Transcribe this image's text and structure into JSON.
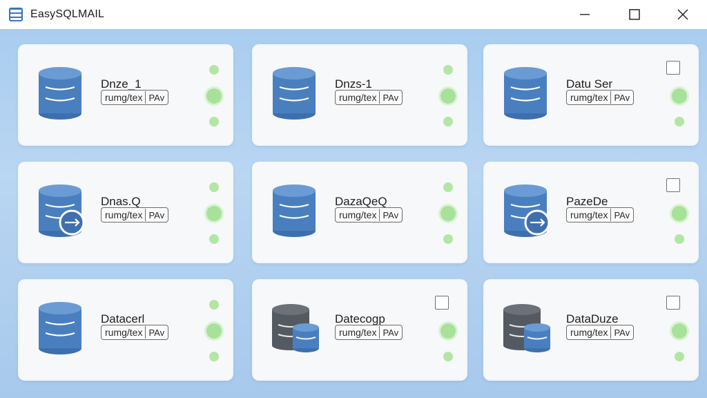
{
  "window": {
    "title": "EasySQLMAIL",
    "controls": {
      "minimize": "minimize-icon",
      "maximize": "maximize-icon",
      "close": "close-icon"
    }
  },
  "colors": {
    "background": "#a9cdef",
    "db_blue": "#4a7fbf",
    "db_dark": "#545a62",
    "status_green": "#a8e19a"
  },
  "cards": [
    {
      "name": "Dnze_1",
      "tag": "rumg/tex",
      "perm": "PAv",
      "icon": "database-icon",
      "checkbox": false
    },
    {
      "name": "Dnzs-1",
      "tag": "rumg/tex",
      "perm": "PAv",
      "icon": "database-icon",
      "checkbox": false
    },
    {
      "name": "Datu Ser",
      "tag": "rumg/tex",
      "perm": "PAv",
      "icon": "database-icon",
      "checkbox": true
    },
    {
      "name": "Dnas.Q",
      "tag": "rumg/tex",
      "perm": "PAv",
      "icon": "database-connect-icon",
      "checkbox": false
    },
    {
      "name": "DazaQeQ",
      "tag": "rumg/tex",
      "perm": "PAv",
      "icon": "database-icon",
      "checkbox": false
    },
    {
      "name": "PazeDe",
      "tag": "rumg/tex",
      "perm": "PAv",
      "icon": "database-connect-icon",
      "checkbox": true
    },
    {
      "name": "Datacerl",
      "tag": "rumg/tex",
      "perm": "PAv",
      "icon": "database-icon",
      "checkbox": false
    },
    {
      "name": "Datecogp",
      "tag": "rumg/tex",
      "perm": "PAv",
      "icon": "database-stack-icon",
      "checkbox": true
    },
    {
      "name": "DataDuze",
      "tag": "rumg/tex",
      "perm": "PAv",
      "icon": "database-stack-icon",
      "checkbox": true
    }
  ]
}
